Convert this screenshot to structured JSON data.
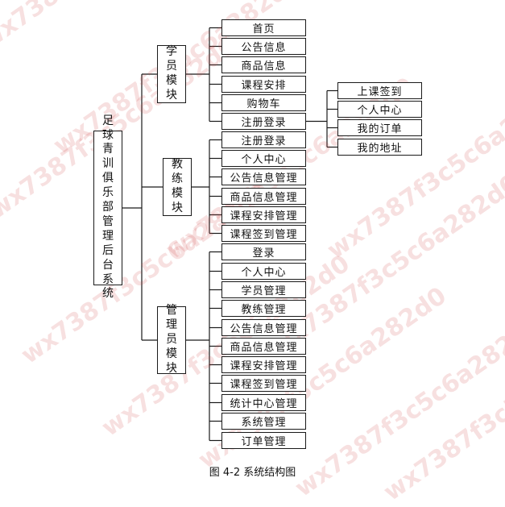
{
  "diagram": {
    "root": "足球青训俱乐部管理后台系统",
    "modules": [
      {
        "name": "学员模块",
        "items": [
          "首页",
          "公告信息",
          "商品信息",
          "课程安排",
          "购物车",
          "注册登录"
        ],
        "sub_of": "注册登录",
        "sub_items": [
          "上课签到",
          "个人中心",
          "我的订单",
          "我的地址"
        ]
      },
      {
        "name": "教练模块",
        "items": [
          "注册登录",
          "个人中心",
          "公告信息管理",
          "商品信息管理",
          "课程安排管理",
          "课程签到管理"
        ]
      },
      {
        "name": "管理员模块",
        "items": [
          "登录",
          "个人中心",
          "学员管理",
          "教练管理",
          "公告信息管理",
          "商品信息管理",
          "课程安排管理",
          "课程签到管理",
          "统计中心管理",
          "系统管理",
          "订单管理"
        ]
      }
    ]
  },
  "caption": "图 4-2 系统结构图",
  "watermark": "wx7387f3c5c6a282d0",
  "colors": {
    "line": "#1a1a1a",
    "watermark": "#cd4646"
  }
}
